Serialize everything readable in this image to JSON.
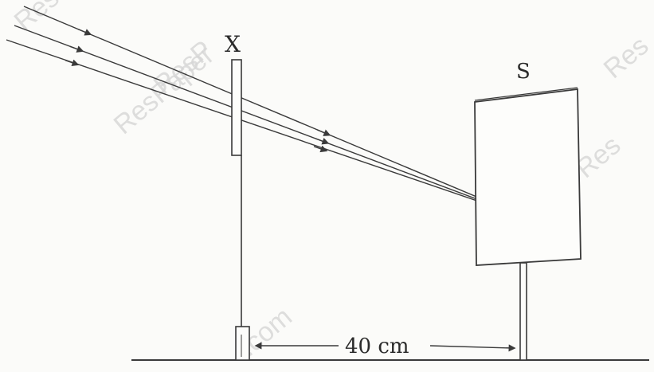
{
  "diagram": {
    "lens_label": "X",
    "screen_label": "S",
    "distance_label": "40 cm",
    "watermarks": [
      "ResPaper",
      "ResP",
      "Res",
      "Res",
      "Res",
      "r.com"
    ]
  },
  "colors": {
    "ink": "#3a3a3a",
    "screen_fill": "#fdfdfb",
    "background": "#fbfbf9",
    "watermark": "#d6d6d6"
  }
}
